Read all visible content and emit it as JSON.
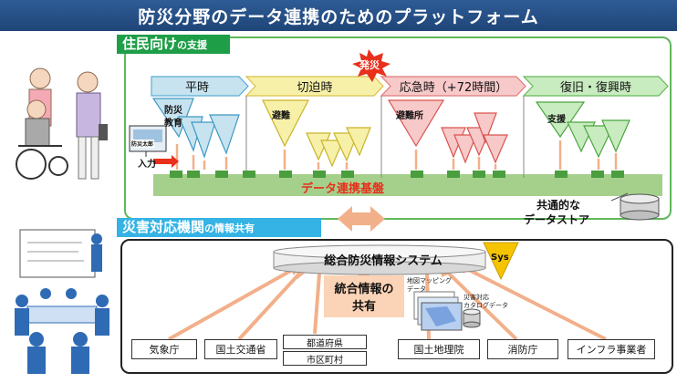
{
  "title": "防災分野のデータ連携のためのプラットフォーム",
  "resident": {
    "tag_main": "住民向け",
    "tag_sub": "の支援"
  },
  "phases": [
    {
      "label": "平時"
    },
    {
      "label": "切迫時"
    },
    {
      "label": "応急時（+72時間）"
    },
    {
      "label": "復旧・復興時"
    }
  ],
  "disaster_burst": "発災",
  "triangle_labels": {
    "bousai": "防災",
    "kyouiku": "教育",
    "hinan": "避難",
    "hinanjo": "避難所",
    "shien": "支援"
  },
  "board_label": "防災太郎",
  "input_label": "入力",
  "base_label": "データ連携基盤",
  "store": {
    "line1": "共通的な",
    "line2": "データストア"
  },
  "agency": {
    "tag_main": "災害対応機関",
    "tag_sub": "の情報共有"
  },
  "system_label": "総合防災情報システム",
  "sys_badge": "Sys",
  "share": {
    "line1": "統合情報の",
    "line2": "共有"
  },
  "map_data": {
    "line1": "地図マッピング",
    "line2": "データ"
  },
  "catalog_data": {
    "line1": "災害対応",
    "line2": "カタログデータ"
  },
  "orgs": {
    "kishocho": "気象庁",
    "kokudo": "国土交通省",
    "todofuken": "都道府県",
    "shikuchoson": "市区町村",
    "chiriin": "国土地理院",
    "shobo": "消防庁",
    "infra": "インフラ事業者"
  },
  "colors": {
    "title_bg": "#1f4577",
    "green_border": "#5fb85a",
    "green_tag": "#1f9e48",
    "blue_tag": "#34b3e4",
    "base_green": "#a5d08c",
    "base_text": "#e8301c",
    "arrow_peach": "#f2b08a",
    "burst_red": "#e8301c",
    "sys_yellow": "#f5c400"
  }
}
